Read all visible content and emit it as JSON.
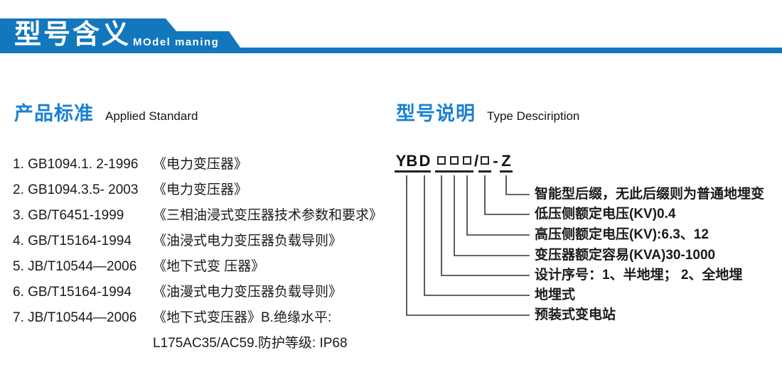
{
  "banner": {
    "title": "型号含义",
    "subtitle": "MOdel maning"
  },
  "left_section": {
    "heading_cn": "产品标准",
    "heading_en": "Applied Standard",
    "standards": [
      {
        "code": "1. GB1094.1. 2-1996",
        "title": "《电力变压器》"
      },
      {
        "code": "2. GB1094.3.5- 2003",
        "title": "《电力变压器》"
      },
      {
        "code": "3. GB/T6451-1999",
        "title": "《三相油浸式变压器技术参数和要求》"
      },
      {
        "code": "4. GB/T15164-1994",
        "title": "《油浸式电力变压器负载导则》"
      },
      {
        "code": "5. JB/T10544—2006",
        "title": "《地下式变 压器》"
      },
      {
        "code": "6. GB/T15164-1994",
        "title": "《油漫式电力变压器负载导则》"
      },
      {
        "code": "7. JB/T10544—2006",
        "title": "《地下式变压器》B.绝缘水平:"
      },
      {
        "code": "",
        "title": "L175AC35/AC59.防护等级: IP68"
      }
    ]
  },
  "right_section": {
    "heading_cn": "型号说明",
    "heading_en": "Type Desciription",
    "model_code": {
      "prefix": "YB",
      "series": "D",
      "slash": "/",
      "dash": "-",
      "suffix": "Z"
    },
    "labels": [
      "智能型后缀，无此后缀则为普通地埋变",
      "低压侧额定电压(KV)0.4",
      "高压侧额定电压(KV):6.3、12",
      "变压器额定容易(KVA)30-1000",
      "设计序号：1、半地埋； 2、全地埋",
      "地埋式",
      "预装式变电站"
    ]
  },
  "colors": {
    "banner_blue": "#1277bd",
    "heading_blue": "#1981d3",
    "text_dark": "#1a1a1a",
    "line_dark": "#333333"
  }
}
